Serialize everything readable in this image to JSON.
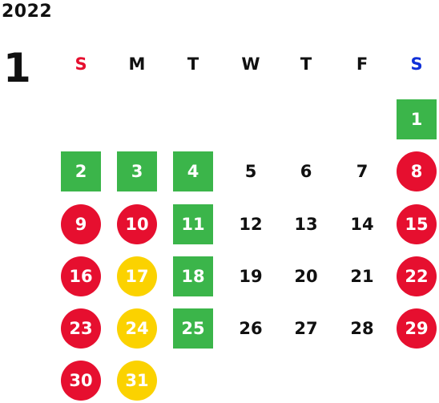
{
  "calendar": {
    "year": "2022",
    "month": "1",
    "weekdays": [
      {
        "label": "S",
        "color": "#e60f2f"
      },
      {
        "label": "M",
        "color": "#111111"
      },
      {
        "label": "T",
        "color": "#111111"
      },
      {
        "label": "W",
        "color": "#111111"
      },
      {
        "label": "T",
        "color": "#111111"
      },
      {
        "label": "F",
        "color": "#111111"
      },
      {
        "label": "S",
        "color": "#1030d8"
      }
    ],
    "first_weekday_index": 6,
    "days": [
      {
        "n": "1",
        "style": "green"
      },
      {
        "n": "2",
        "style": "green"
      },
      {
        "n": "3",
        "style": "green"
      },
      {
        "n": "4",
        "style": "green"
      },
      {
        "n": "5",
        "style": "plain"
      },
      {
        "n": "6",
        "style": "plain"
      },
      {
        "n": "7",
        "style": "plain"
      },
      {
        "n": "8",
        "style": "red"
      },
      {
        "n": "9",
        "style": "red"
      },
      {
        "n": "10",
        "style": "red"
      },
      {
        "n": "11",
        "style": "green"
      },
      {
        "n": "12",
        "style": "plain"
      },
      {
        "n": "13",
        "style": "plain"
      },
      {
        "n": "14",
        "style": "plain"
      },
      {
        "n": "15",
        "style": "red"
      },
      {
        "n": "16",
        "style": "red"
      },
      {
        "n": "17",
        "style": "yellow"
      },
      {
        "n": "18",
        "style": "green"
      },
      {
        "n": "19",
        "style": "plain"
      },
      {
        "n": "20",
        "style": "plain"
      },
      {
        "n": "21",
        "style": "plain"
      },
      {
        "n": "22",
        "style": "red"
      },
      {
        "n": "23",
        "style": "red"
      },
      {
        "n": "24",
        "style": "yellow"
      },
      {
        "n": "25",
        "style": "green"
      },
      {
        "n": "26",
        "style": "plain"
      },
      {
        "n": "27",
        "style": "plain"
      },
      {
        "n": "28",
        "style": "plain"
      },
      {
        "n": "29",
        "style": "red"
      },
      {
        "n": "30",
        "style": "red"
      },
      {
        "n": "31",
        "style": "yellow"
      }
    ]
  }
}
